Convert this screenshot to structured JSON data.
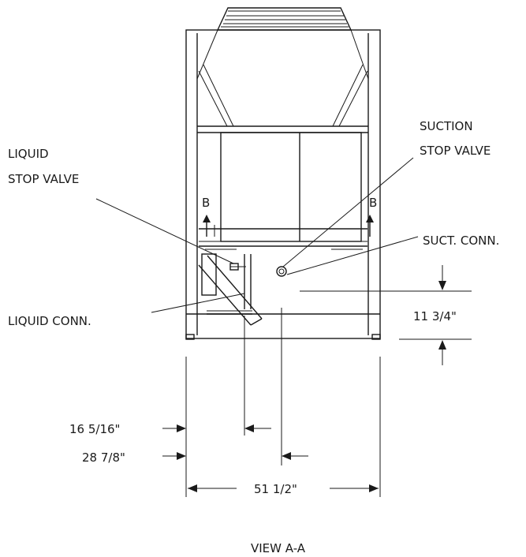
{
  "labels": {
    "suction_stop_valve_line1": "SUCTION",
    "suction_stop_valve_line2": "STOP VALVE",
    "liquid_stop_valve_line1": "LIQUID",
    "liquid_stop_valve_line2": "STOP VALVE",
    "suct_conn": "SUCT. CONN.",
    "liquid_conn": "LIQUID CONN.",
    "section_marker": "B",
    "view_title": "VIEW A-A"
  },
  "dimensions": {
    "height_suct_conn": "11 3/4\"",
    "liquid_conn_offset": "16 5/16\"",
    "suction_conn_offset": "28 7/8\"",
    "overall_width": "51 1/2\""
  }
}
